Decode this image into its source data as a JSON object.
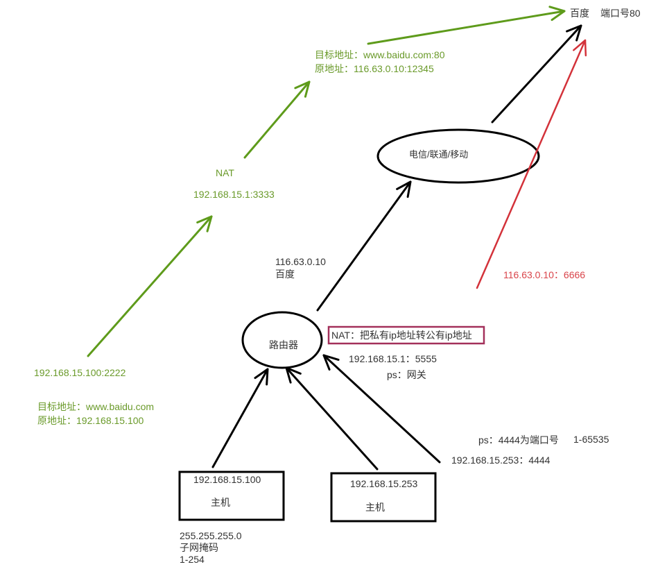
{
  "colors": {
    "black": "#000000",
    "green": "#5e9b1b",
    "red": "#d3323a",
    "nat_box_border": "#a3305a",
    "text_dark": "#333333",
    "text_green": "#6a9a2a",
    "text_red": "#d9444a"
  },
  "nodes": {
    "baidu": {
      "name": "百度",
      "port": "端口号80"
    },
    "isp": {
      "label": "电信/联通/移动"
    },
    "router": {
      "label": "路由器"
    },
    "host1": {
      "ip": "192.168.15.100",
      "label": "主机"
    },
    "host2": {
      "ip": "192.168.15.253",
      "label": "主机"
    }
  },
  "labels": {
    "router_to_isp_ip": "116.63.0.10",
    "router_to_isp_name": "百度",
    "nat_note": "NAT：把私有ip地址转公有ip地址",
    "gateway_ip": "192.168.15.1：5555",
    "gateway_note": "ps：网关",
    "port_note": "ps：4444为端口号",
    "port_range": "1-65535",
    "host2_port": "192.168.15.253：4444",
    "subnet_mask": "255.255.255.0",
    "subnet_mask_label": "子网掩码",
    "host_range": "1-254",
    "red_path": "116.63.0.10：6666"
  },
  "green_path": {
    "source": "192.168.15.100:2222",
    "source_dest": "目标地址：www.baidu.com",
    "source_orig": "原地址：192.168.15.100",
    "nat_title": "NAT",
    "nat_addr": "192.168.15.1:3333",
    "public_dest": "目标地址：www.baidu.com:80",
    "public_orig": "原地址：116.63.0.10:12345"
  }
}
